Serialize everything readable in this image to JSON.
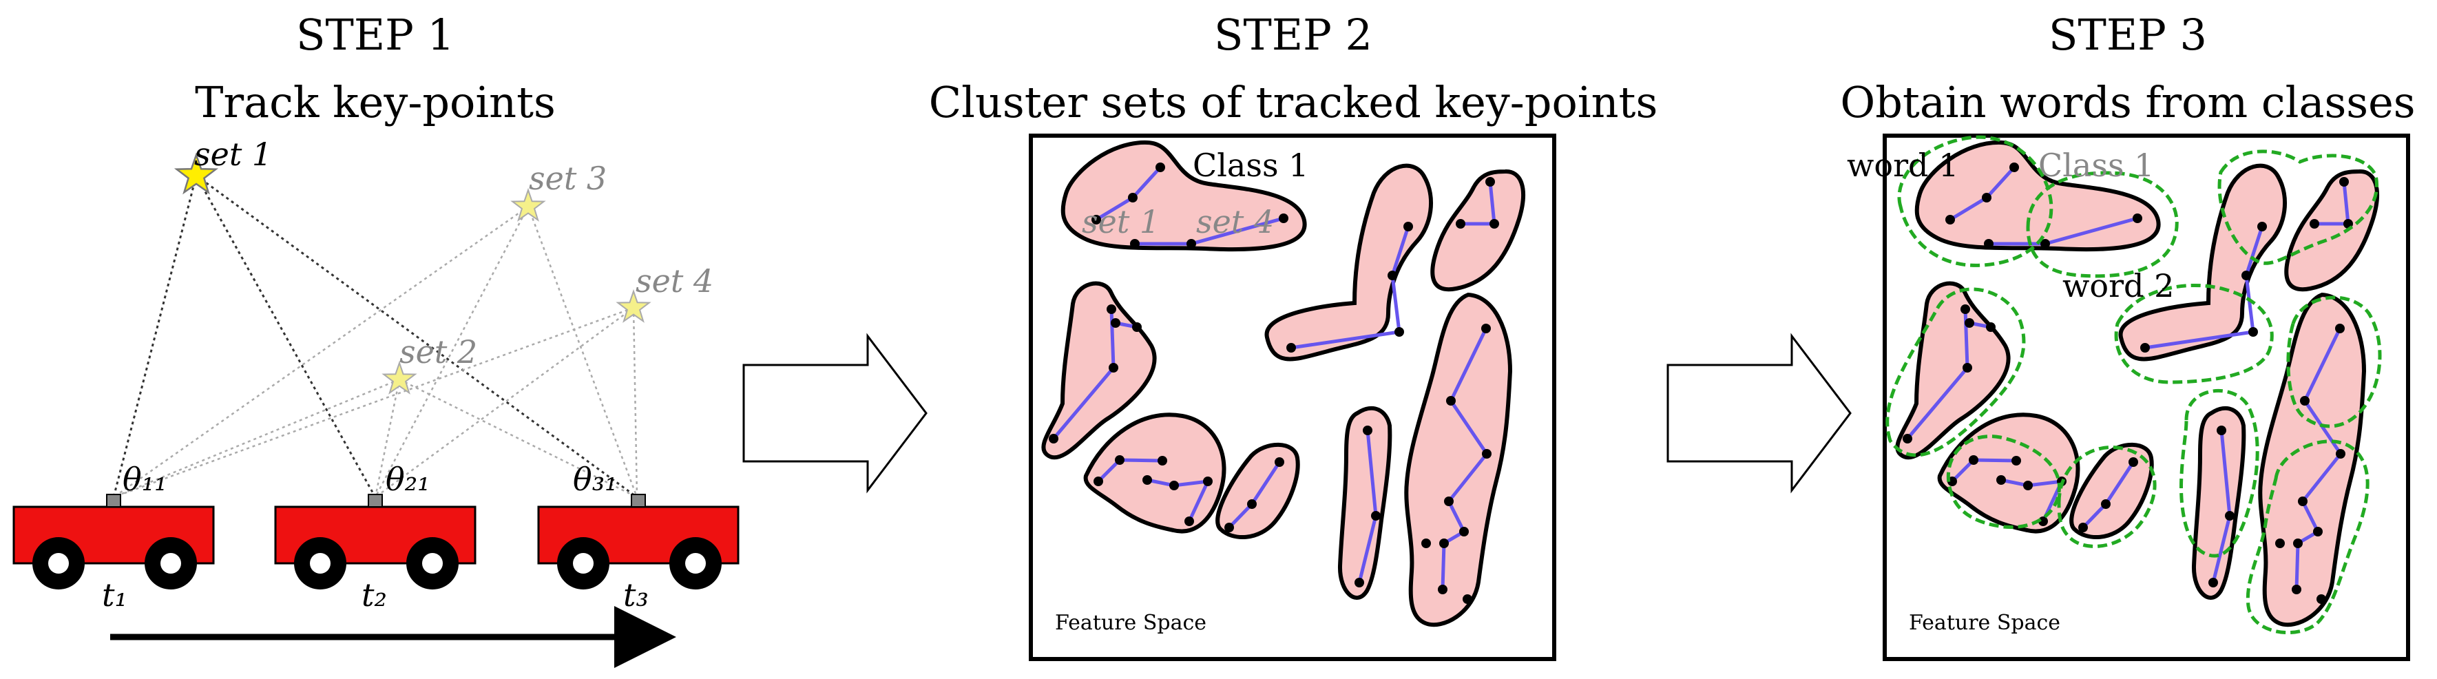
{
  "steps": [
    {
      "heading": "STEP 1",
      "title": "Track key-points"
    },
    {
      "heading": "STEP 2",
      "title": "Cluster sets of tracked key-points"
    },
    {
      "heading": "STEP 3",
      "title": "Obtain words from classes"
    }
  ],
  "step1": {
    "set_labels": [
      "set 1",
      "set 3",
      "set 4",
      "set 2"
    ],
    "theta_labels": [
      "θ₁₁",
      "θ₂₁",
      "θ₃₁"
    ],
    "time_labels": [
      "t₁",
      "t₂",
      "t₃"
    ]
  },
  "step2": {
    "class_label": "Class 1",
    "cluster_set_labels": [
      "set 1",
      "set 4"
    ],
    "feature_space_label": "Feature Space"
  },
  "step3": {
    "word1_label": "word 1",
    "class_label": "Class 1",
    "word2_label": "word 2",
    "feature_space_label": "Feature Space"
  },
  "colors": {
    "star_highlight": "#ffee00",
    "star_faded": "#f5f08a",
    "car": "#ee1111",
    "cluster_fill": "#f9c6c6",
    "chain": "#6655ee",
    "word_outline": "#22aa22",
    "faded_text": "#888888"
  }
}
